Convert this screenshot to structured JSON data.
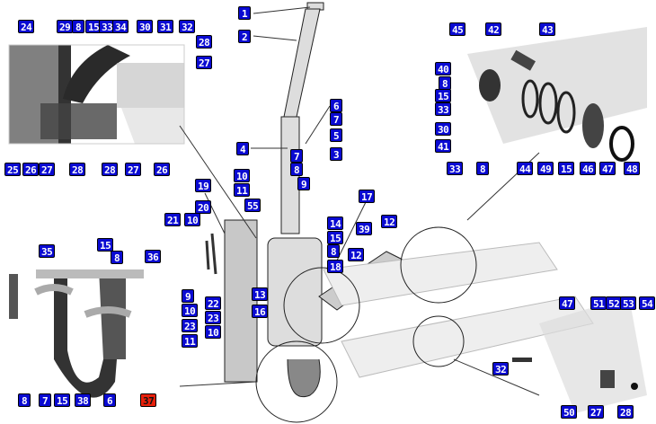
{
  "title": "Exhaust system parts diagram",
  "colors": {
    "label_bg": "#0a0ad2",
    "label_highlight": "#e8200a",
    "label_text": "#ffffff"
  },
  "labels": {
    "main": [
      "1",
      "2",
      "6",
      "7",
      "5",
      "3",
      "4",
      "7",
      "8",
      "9",
      "10",
      "11",
      "19",
      "17",
      "55",
      "20",
      "21",
      "10",
      "14",
      "15",
      "39",
      "12",
      "8",
      "12",
      "18",
      "13",
      "16"
    ],
    "top_left": [
      "24",
      "29",
      "8",
      "15",
      "33",
      "34",
      "30",
      "31",
      "32",
      "28",
      "27",
      "25",
      "26",
      "27",
      "28",
      "28",
      "27",
      "26"
    ],
    "top_right": [
      "45",
      "42",
      "43",
      "40",
      "8",
      "15",
      "33",
      "30",
      "41",
      "33",
      "8",
      "44",
      "49",
      "15",
      "46",
      "47",
      "48"
    ],
    "bottom_left": [
      "35",
      "15",
      "8",
      "36",
      "9",
      "10",
      "22",
      "23",
      "23",
      "10",
      "11",
      "8",
      "7",
      "15",
      "38",
      "6",
      "37"
    ],
    "bottom_right": [
      "32",
      "47",
      "51",
      "52",
      "53",
      "54",
      "50",
      "27",
      "28"
    ]
  },
  "highlighted_label": "37"
}
